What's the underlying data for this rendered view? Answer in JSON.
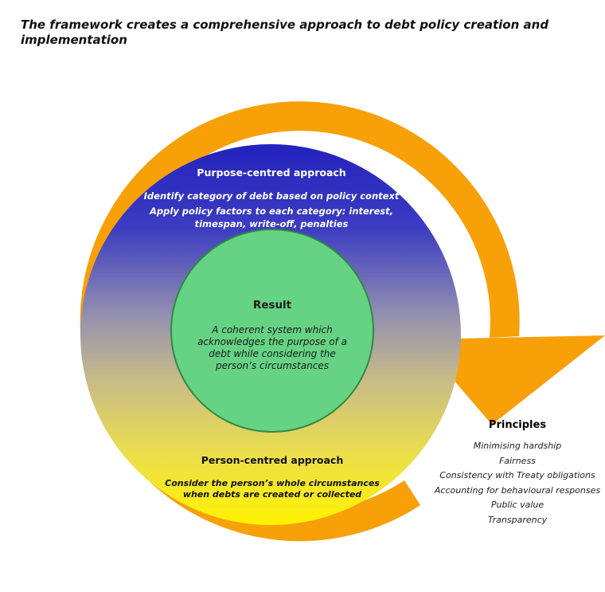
{
  "title": "The framework creates a comprehensive approach to debt policy creation and implementation",
  "purpose": {
    "heading": "Purpose-centred approach",
    "line1": "Identify category of debt based on policy context",
    "line2": "Apply policy factors to each category: interest,",
    "line3": "timespan, write-off, penalties"
  },
  "result": {
    "heading": "Result",
    "line1": "A coherent system which",
    "line2": "acknowledges the purpose of a",
    "line3": "debt while considering the",
    "line4": "person’s circumstances"
  },
  "person": {
    "heading": "Person-centred approach",
    "line1": "Consider the person’s whole circumstances",
    "line2": "when debts are created or collected"
  },
  "principles": {
    "heading": "Principles",
    "items": [
      "Minimising hardship",
      "Fairness",
      "Consistency with Treaty obligations",
      "Accounting for behavioural responses",
      "Public value",
      "Transparency"
    ]
  },
  "colors": {
    "arrow": "#F7A008",
    "gradient_top": "#2828C0",
    "gradient_mid": "#A8A098",
    "gradient_bottom": "#FFF000",
    "result_fill": "#66D384",
    "result_stroke": "#2E8B3E"
  }
}
